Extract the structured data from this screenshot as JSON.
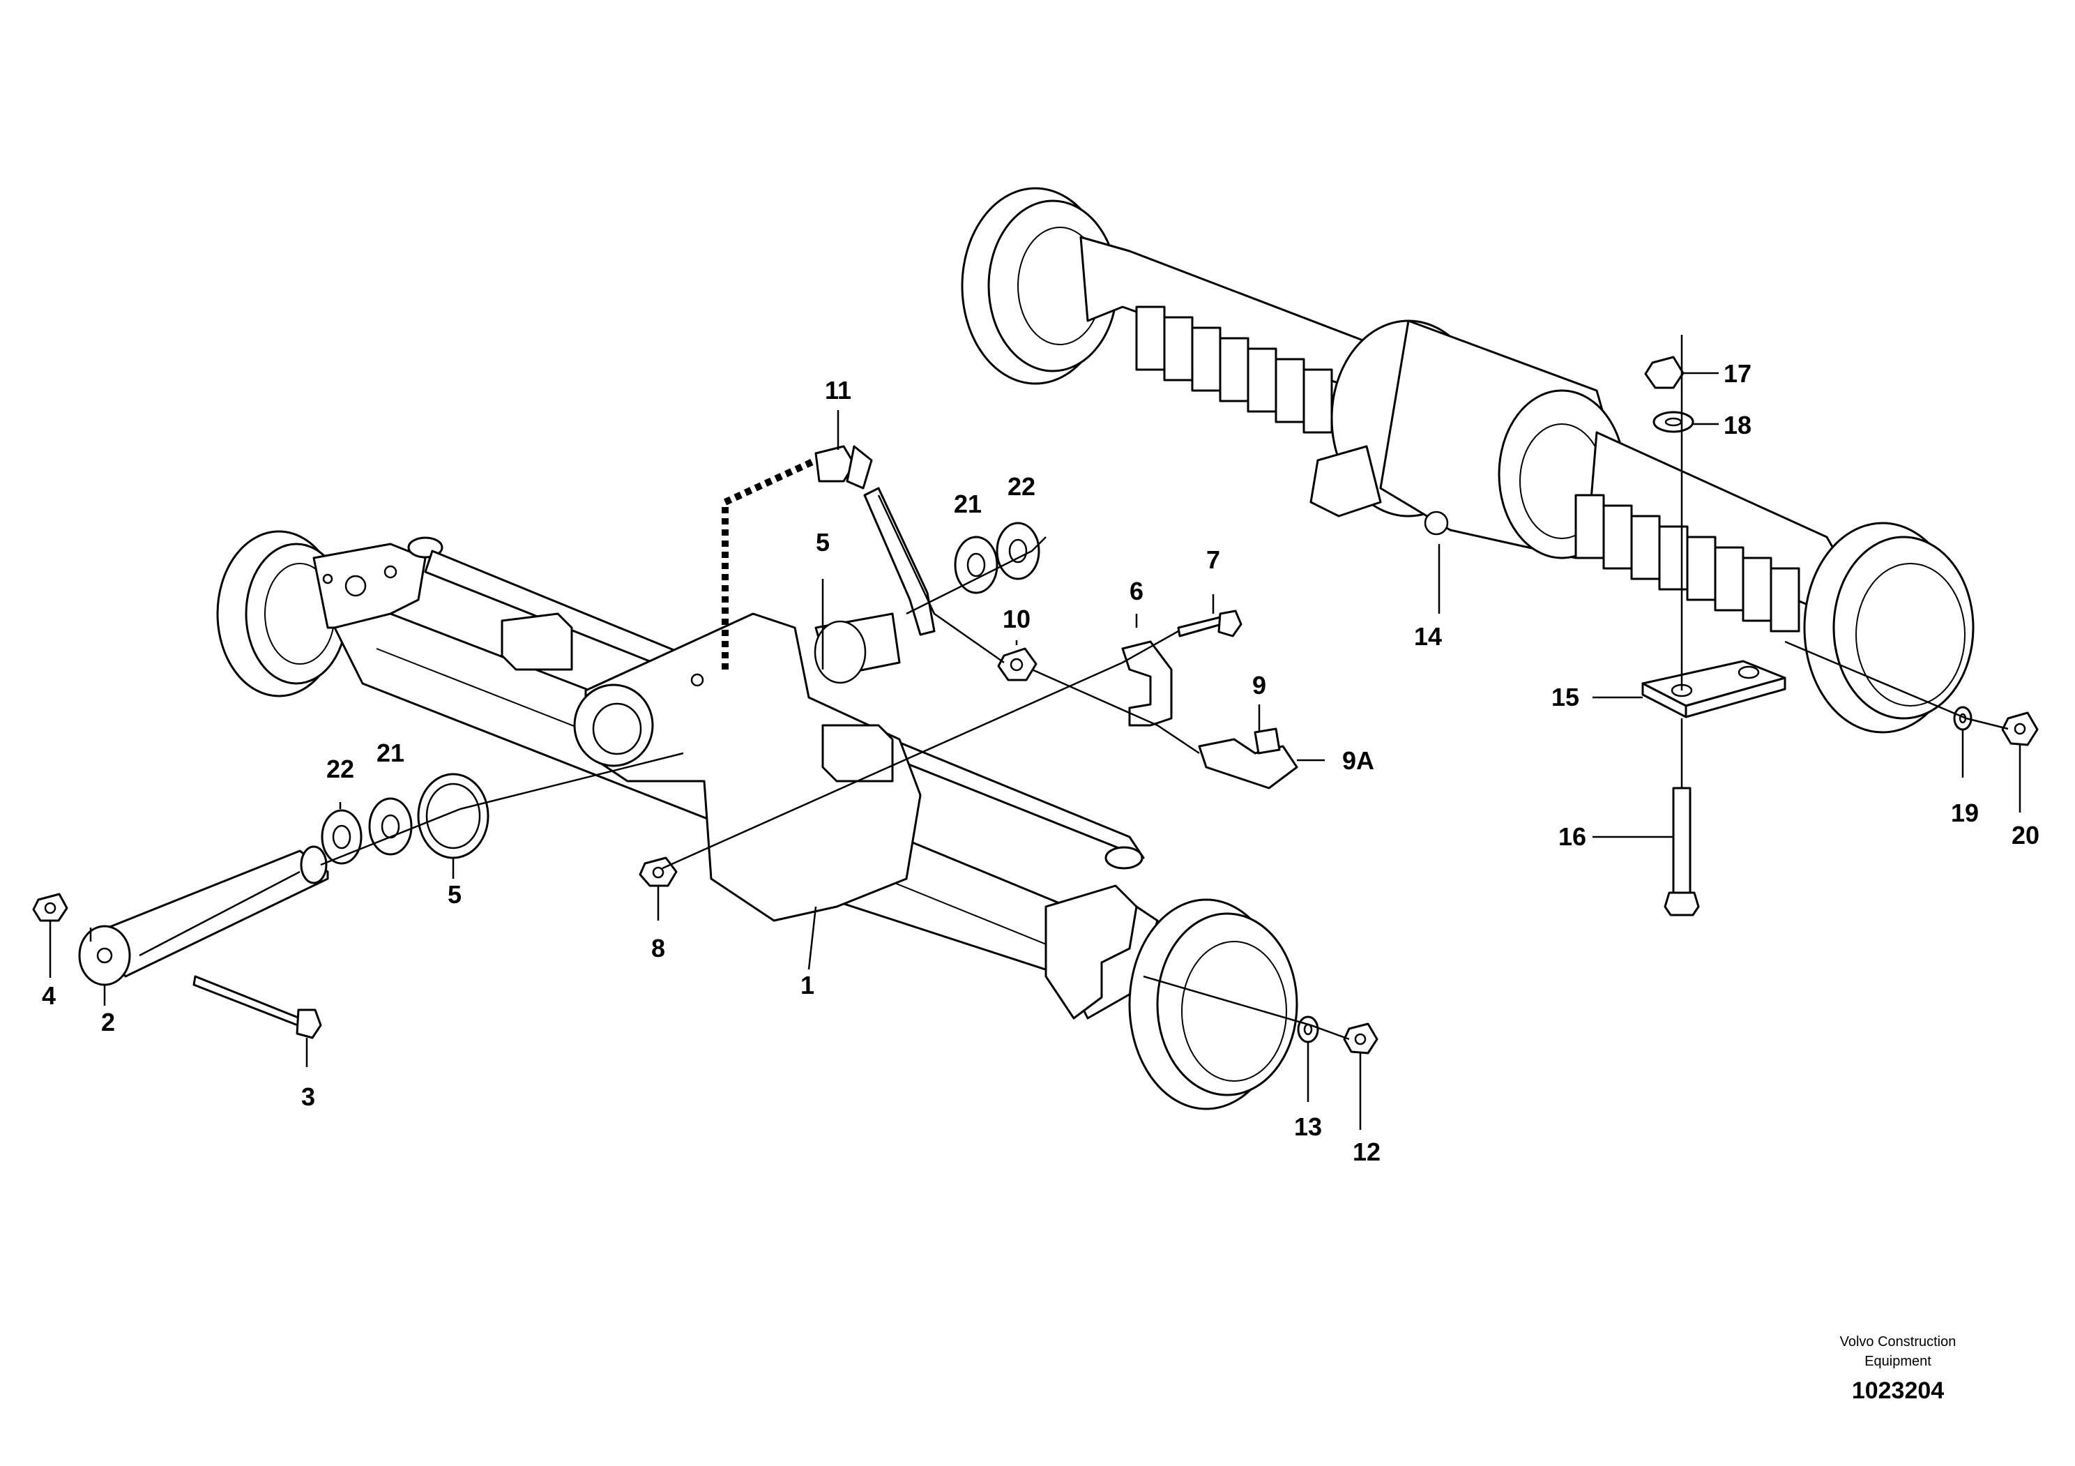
{
  "diagram": {
    "parts": [
      {
        "key": "p1",
        "label": "1"
      },
      {
        "key": "p2",
        "label": "2"
      },
      {
        "key": "p3",
        "label": "3"
      },
      {
        "key": "p4",
        "label": "4"
      },
      {
        "key": "p5a",
        "label": "5"
      },
      {
        "key": "p5b",
        "label": "5"
      },
      {
        "key": "p6",
        "label": "6"
      },
      {
        "key": "p7",
        "label": "7"
      },
      {
        "key": "p8",
        "label": "8"
      },
      {
        "key": "p9",
        "label": "9"
      },
      {
        "key": "p9a",
        "label": "9A"
      },
      {
        "key": "p10",
        "label": "10"
      },
      {
        "key": "p11",
        "label": "11"
      },
      {
        "key": "p12",
        "label": "12"
      },
      {
        "key": "p13",
        "label": "13"
      },
      {
        "key": "p14",
        "label": "14"
      },
      {
        "key": "p15",
        "label": "15"
      },
      {
        "key": "p16",
        "label": "16"
      },
      {
        "key": "p17",
        "label": "17"
      },
      {
        "key": "p18",
        "label": "18"
      },
      {
        "key": "p19",
        "label": "19"
      },
      {
        "key": "p20",
        "label": "20"
      },
      {
        "key": "p21a",
        "label": "21"
      },
      {
        "key": "p21b",
        "label": "21"
      },
      {
        "key": "p22a",
        "label": "22"
      },
      {
        "key": "p22b",
        "label": "22"
      }
    ]
  },
  "footer": {
    "company_line1": "Volvo Construction",
    "company_line2": "Equipment",
    "figure_number": "1023204"
  }
}
